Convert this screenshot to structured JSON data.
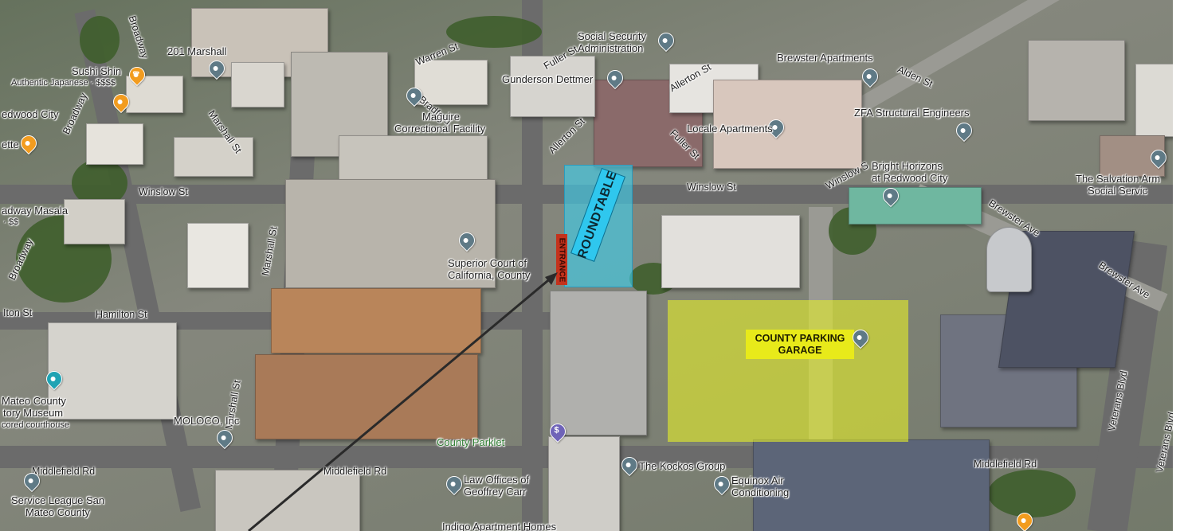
{
  "map": {
    "highlights": {
      "roundtable": "ROUNDTABLE",
      "entrance": "ENTRANCE",
      "garage_line1": "COUNTY PARKING",
      "garage_line2": "GARAGE"
    },
    "places": [
      {
        "name": "201 Marshall",
        "icon": "map-pin-icon"
      },
      {
        "name": "Sushi Shin",
        "icon": "restaurant-icon"
      },
      {
        "name": "Authentic Japanese · $$$$",
        "icon": "none"
      },
      {
        "name": "Social Security",
        "icon": "civic-building-icon"
      },
      {
        "name": "Administration",
        "icon": "none"
      },
      {
        "name": "Gunderson Dettmer",
        "icon": "map-pin-icon"
      },
      {
        "name": "Maguire",
        "icon": "civic-building-icon"
      },
      {
        "name": "Correctional Facility",
        "icon": "none"
      },
      {
        "name": "Brewster Apartments",
        "icon": "map-pin-icon"
      },
      {
        "name": "ZFA Structural Engineers",
        "icon": "map-pin-icon"
      },
      {
        "name": "Locale Apartments",
        "icon": "map-pin-icon"
      },
      {
        "name": "Bright Horizons",
        "icon": "map-pin-icon"
      },
      {
        "name": "at Redwood City",
        "icon": "none"
      },
      {
        "name": "The Salvation Arm",
        "icon": "map-pin-icon"
      },
      {
        "name": "Social Servic",
        "icon": "none"
      },
      {
        "name": "Superior Court of",
        "icon": "civic-building-icon"
      },
      {
        "name": "California, County",
        "icon": "none"
      },
      {
        "name": "Mateo County",
        "icon": "museum-icon"
      },
      {
        "name": "tory Museum",
        "icon": "none"
      },
      {
        "name": "cored courthouse",
        "icon": "none"
      },
      {
        "name": "MOLOCO, Inc",
        "icon": "map-pin-icon"
      },
      {
        "name": "County Parklet",
        "icon": "none"
      },
      {
        "name": "Law Offices of",
        "icon": "map-pin-icon"
      },
      {
        "name": "Geoffrey Carr",
        "icon": "none"
      },
      {
        "name": "The Kockos Group",
        "icon": "map-pin-icon"
      },
      {
        "name": "Equinox Air",
        "icon": "map-pin-icon"
      },
      {
        "name": "Conditioning",
        "icon": "none"
      },
      {
        "name": "Service League San",
        "icon": "map-pin-icon"
      },
      {
        "name": "Mateo County",
        "icon": "none"
      },
      {
        "name": "Indigo Apartment Homes",
        "icon": "none"
      },
      {
        "name": "edwood City",
        "icon": "restaurant-icon"
      },
      {
        "name": "ette",
        "icon": "restaurant-icon"
      },
      {
        "name": "adway Masala",
        "icon": "restaurant-icon"
      },
      {
        "name": "· $$",
        "icon": "none"
      }
    ],
    "streets": [
      "Broadway",
      "Warren St",
      "Fuller St",
      "Bradford",
      "Marshall St",
      "Allerton St",
      "Allerton St",
      "Fuller St",
      "Alden St",
      "Winslow St",
      "Winslow St",
      "Winslow S",
      "Brewster Ave",
      "Brewster Ave",
      "Broadway",
      "Broadway",
      "Marshall St",
      "Hamilton St",
      "Marshall St",
      "Middlefield Rd",
      "Middlefield Rd",
      "Middlefield Rd",
      "Veterans Blvd",
      "Veterans Blvd",
      "Iton St"
    ],
    "colors": {
      "roundtable_highlight": "#2fc7ee",
      "garage_highlight": "#e8ea1a",
      "entrance_tag": "#c4321c",
      "arrow": "#2a2a2a"
    }
  }
}
